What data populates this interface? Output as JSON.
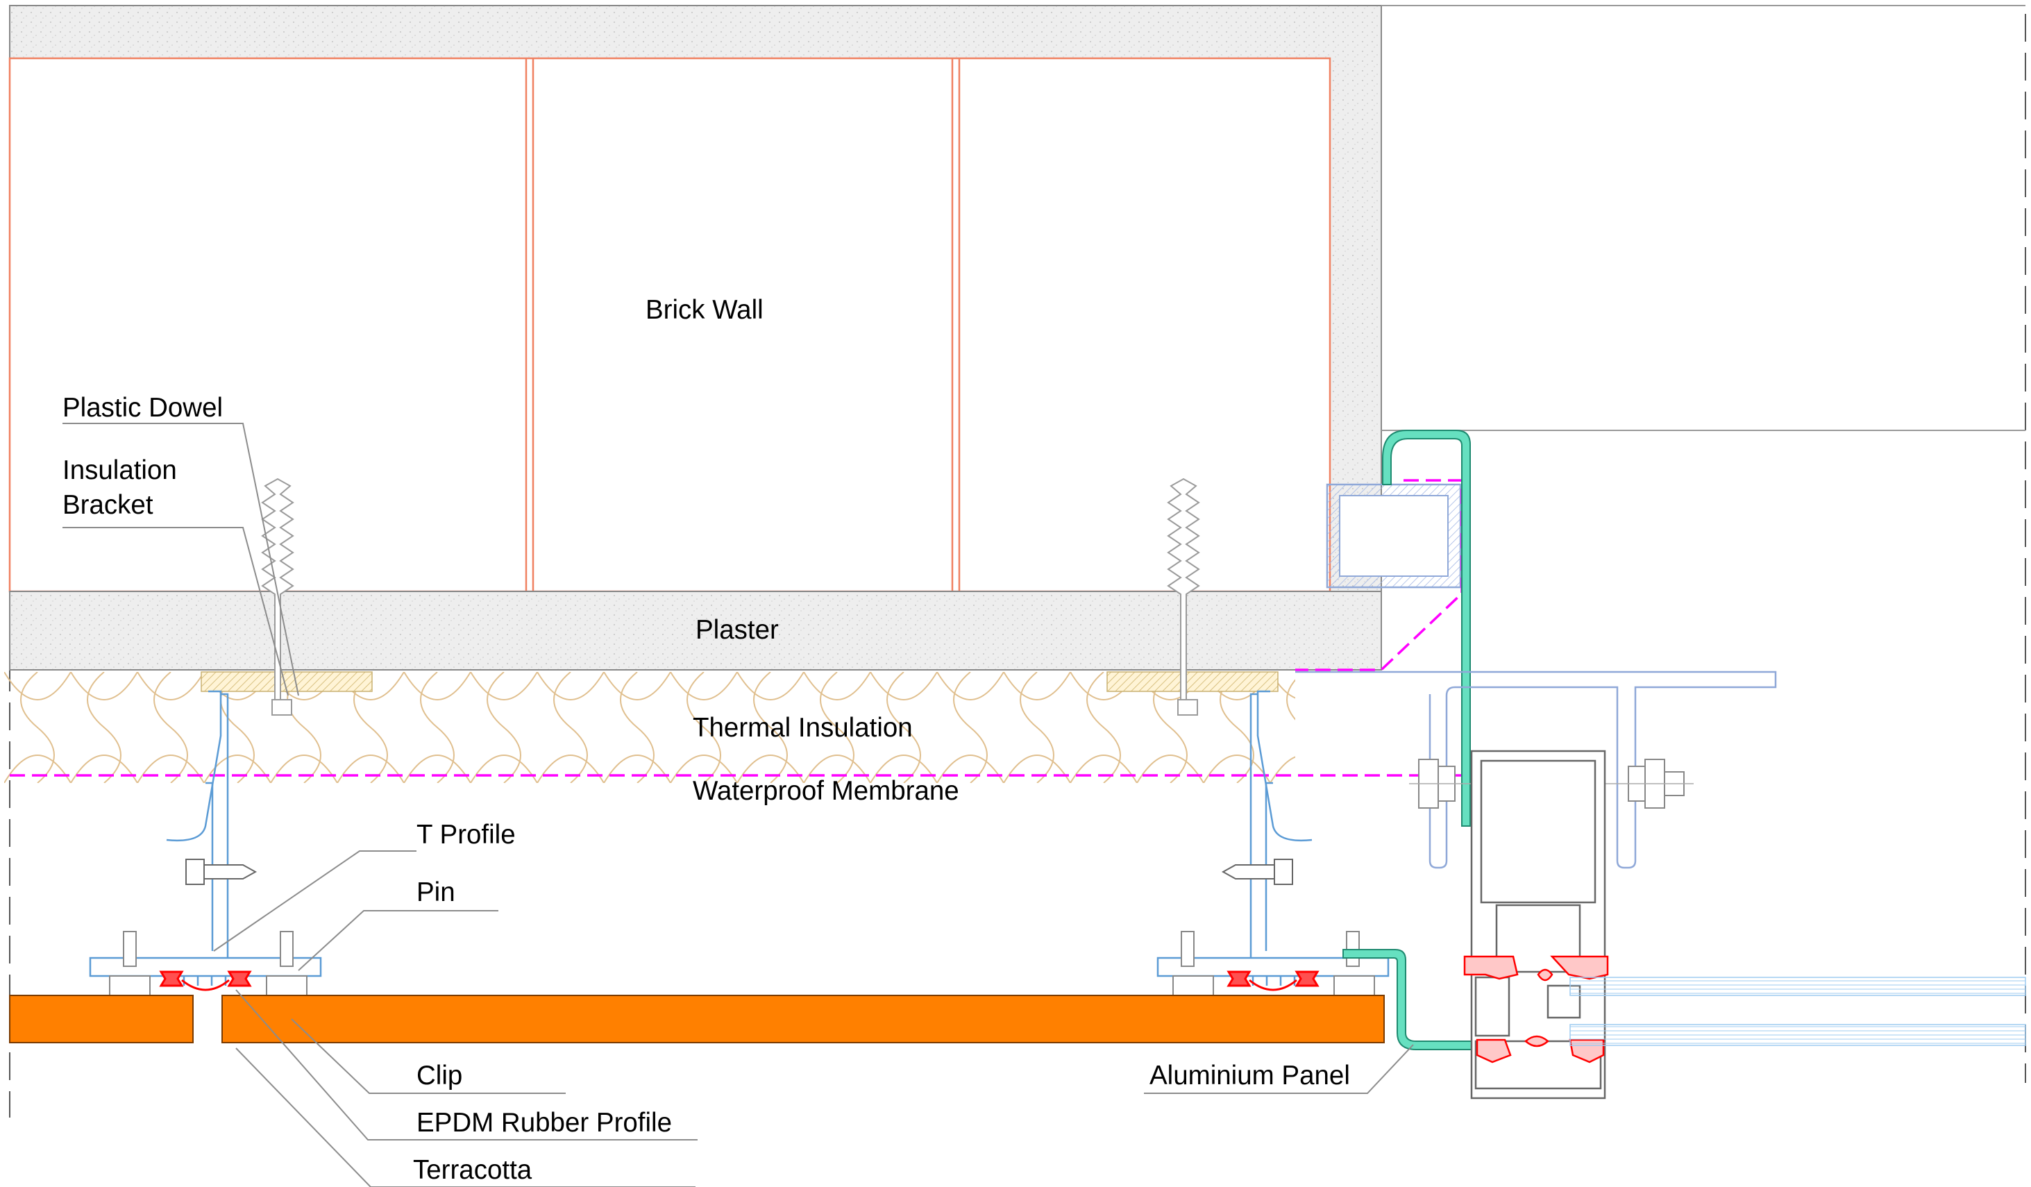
{
  "labels": {
    "brick_wall": "Brick Wall",
    "plaster": "Plaster",
    "thermal_insulation": "Thermal Insulation",
    "waterproof_membrane": "Waterproof Membrane",
    "plastic_dowel": "Plastic Dowel",
    "insulation_bracket_line1": "Insulation",
    "insulation_bracket_line2": "Bracket",
    "t_profile": "T Profile",
    "pin": "Pin",
    "clip": "Clip",
    "epdm_rubber_profile": "EPDM Rubber Profile",
    "terracotta": "Terracotta",
    "aluminium_panel": "Aluminium Panel"
  },
  "colors": {
    "concrete_fill": "#e6e6e6",
    "brick_line": "#f08060",
    "insulation_line": "#e8c89a",
    "membrane": "#ff00ff",
    "profile_blue": "#5b9bd5",
    "bracket_blue": "#8fa8d8",
    "terracotta": "#ff8000",
    "epdm_red": "#ff0000",
    "aluminium_panel": "#66e0c0",
    "hatch_yellow": "#d8c080",
    "leader_gray": "#8c8c8c"
  }
}
